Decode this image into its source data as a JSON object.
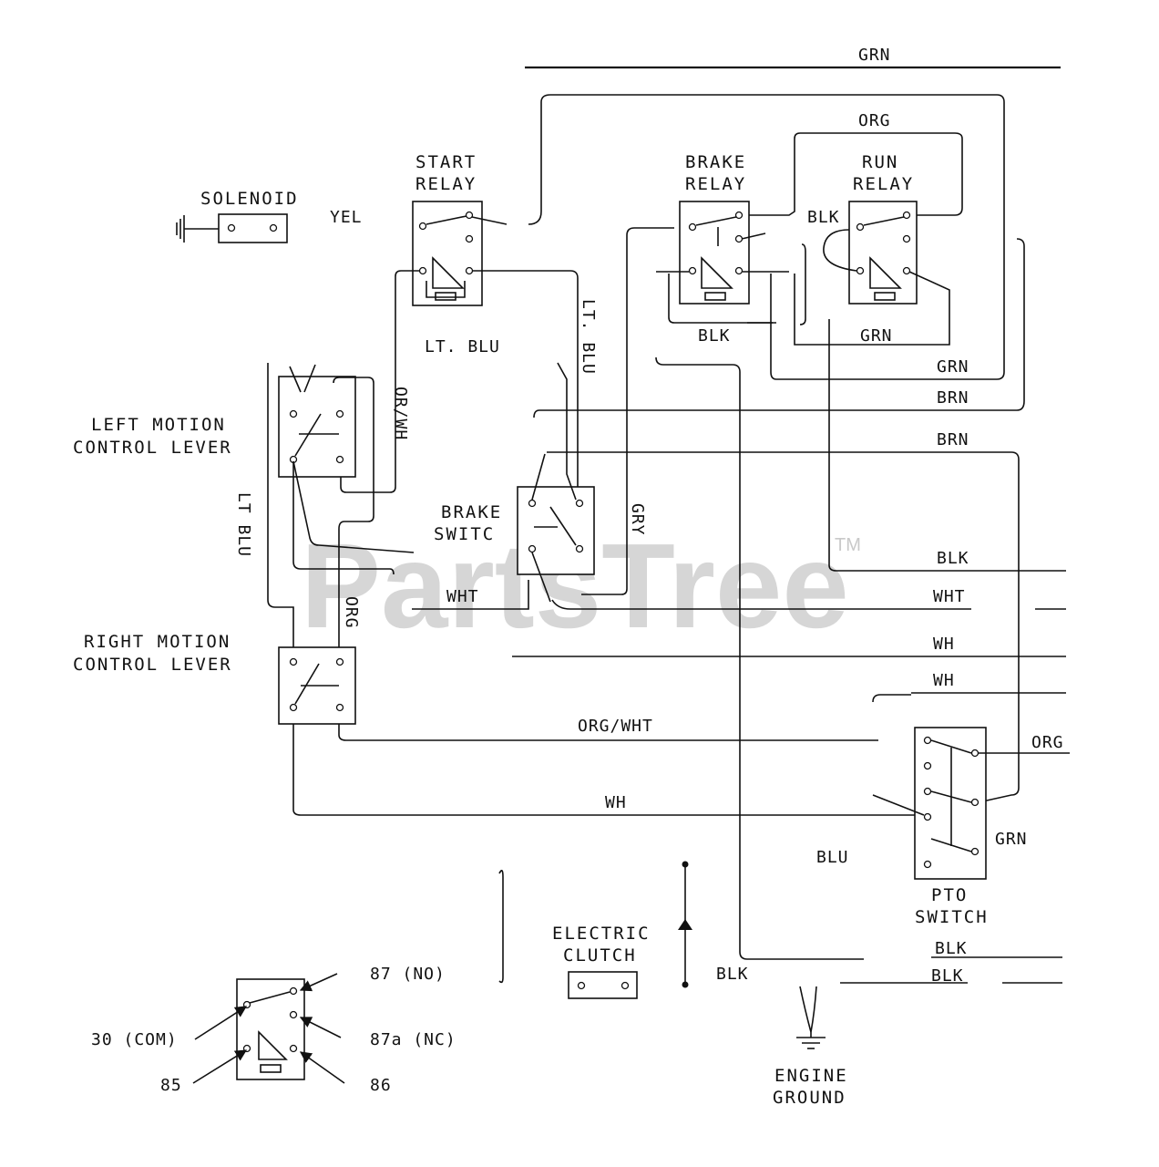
{
  "watermark": {
    "text": "PartsTree",
    "mark": "TM"
  },
  "components": {
    "solenoid": "SOLENOID",
    "start_relay": [
      "START",
      "RELAY"
    ],
    "brake_relay": [
      "BRAKE",
      "RELAY"
    ],
    "run_relay": [
      "RUN",
      "RELAY"
    ],
    "left_lever": [
      "LEFT MOTION",
      "CONTROL LEVER"
    ],
    "right_lever": [
      "RIGHT MOTION",
      "CONTROL LEVER"
    ],
    "brake_switch": [
      "BRAKE",
      "SWITC"
    ],
    "pto_switch": [
      "PTO",
      "SWITCH"
    ],
    "electric_clutch": [
      "ELECTRIC",
      "CLUTCH"
    ],
    "engine_ground": [
      "ENGINE",
      "GROUND"
    ]
  },
  "wire_labels": {
    "grn_top": "GRN",
    "org_top": "ORG",
    "yel": "YEL",
    "blk_run": "BLK",
    "blk_brake": "BLK",
    "grn_run": "GRN",
    "lt_blu_h": "LT. BLU",
    "lt_blu_v": "LT. BLU",
    "grn_mid": "GRN",
    "brn_1": "BRN",
    "brn_2": "BRN",
    "or_wh": "OR/WH",
    "lt_blu_left": "LT BLU",
    "gry": "GRY",
    "blk_mid": "BLK",
    "wht_1": "WHT",
    "wht_2": "WHT",
    "org_v": "ORG",
    "wh_1": "WH",
    "wh_2": "WH",
    "org_wht": "ORG/WHT",
    "org_right": "ORG",
    "wh_3": "WH",
    "grn_pto": "GRN",
    "blu": "BLU",
    "blk_clutch": "BLK",
    "blk_low1": "BLK",
    "blk_low2": "BLK"
  },
  "legend": {
    "p87": "87 (NO)",
    "p30": "30 (COM)",
    "p87a": "87a (NC)",
    "p85": "85",
    "p86": "86"
  }
}
